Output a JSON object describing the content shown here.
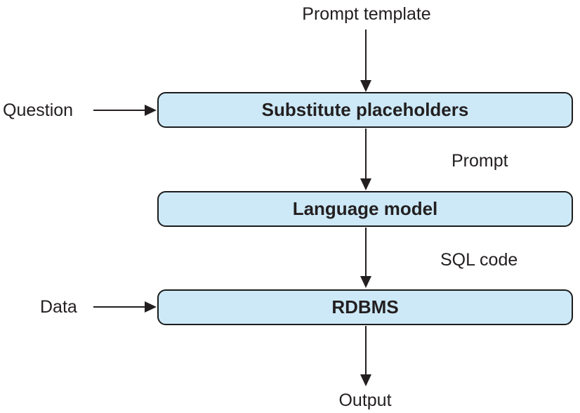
{
  "diagram": {
    "type": "flowchart",
    "colors": {
      "node_fill": "#cde9f8",
      "node_border": "#1c1c1c",
      "arrow": "#231f20",
      "text": "#231f20",
      "background": "#ffffff"
    },
    "top_input": {
      "label": "Prompt template"
    },
    "nodes": [
      {
        "id": "substitute-placeholders",
        "label": "Substitute placeholders"
      },
      {
        "id": "language-model",
        "label": "Language model"
      },
      {
        "id": "rdbms",
        "label": "RDBMS"
      }
    ],
    "side_inputs": [
      {
        "label": "Question",
        "target": "substitute-placeholders"
      },
      {
        "label": "Data",
        "target": "rdbms"
      }
    ],
    "edge_labels": [
      {
        "label": "Prompt",
        "from": "substitute-placeholders",
        "to": "language-model"
      },
      {
        "label": "SQL code",
        "from": "language-model",
        "to": "rdbms"
      }
    ],
    "output": {
      "label": "Output"
    }
  }
}
